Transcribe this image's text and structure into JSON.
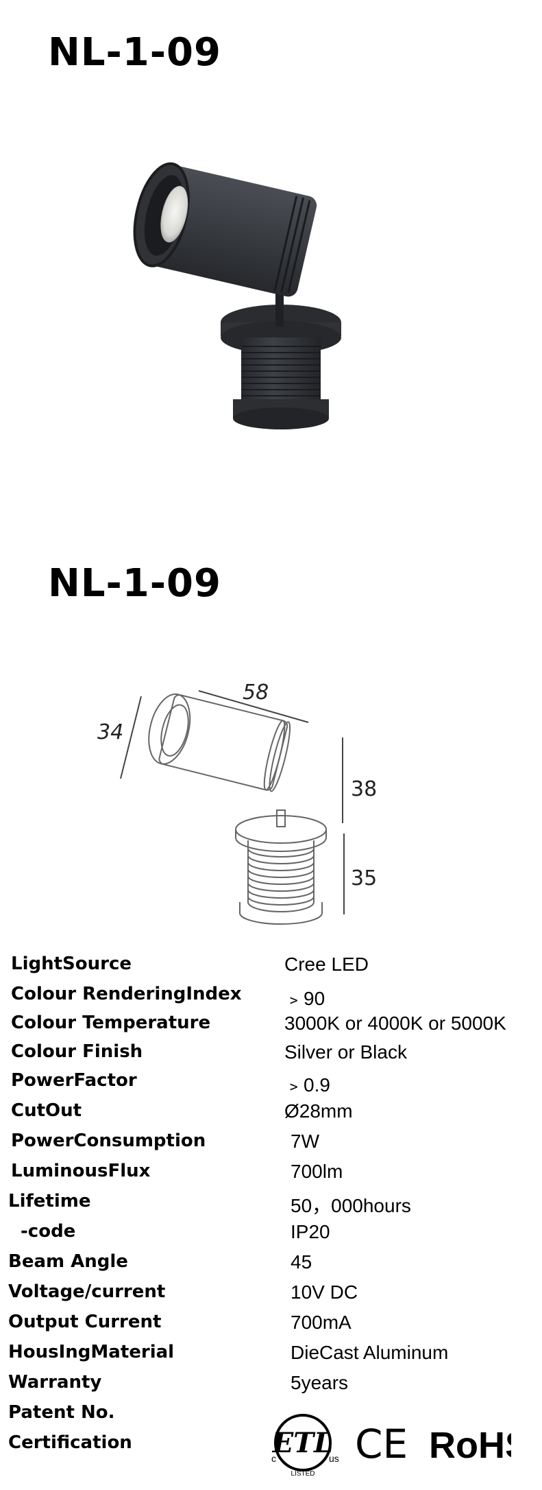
{
  "titles": {
    "top": "NL-1-09",
    "drawing": "NL-1-09"
  },
  "drawing": {
    "dim_width": "58",
    "dim_depth": "34",
    "dim_head_height": "38",
    "dim_base_height": "35"
  },
  "specs": [
    {
      "label": "LightSource",
      "value": "Cree LED"
    },
    {
      "label": "Colour RenderingIndex",
      "value": "﹥90"
    },
    {
      "label": "Colour Temperature",
      "value": "3000K or 4000K or 5000K"
    },
    {
      "label": "Colour Finish",
      "value": "Silver or Black"
    },
    {
      "label": "PowerFactor",
      "value": "﹥0.9"
    },
    {
      "label": "CutOut",
      "value": "Ø28mm"
    },
    {
      "label": "PowerConsumption",
      "value": "7W"
    },
    {
      "label": "LuminousFlux",
      "value": "700lm"
    },
    {
      "label": "Lifetime",
      "value": "50，000hours"
    },
    {
      "label": "  -code",
      "value": "IP20"
    },
    {
      "label": "Beam Angle",
      "value": "45"
    },
    {
      "label": "Voltage/current",
      "value": "10V DC"
    },
    {
      "label": "Output Current",
      "value": "700mA"
    },
    {
      "label": "HousIngMaterial",
      "value": "DieCast  Aluminum"
    },
    {
      "label": "Warranty",
      "value": "5years"
    },
    {
      "label": "Patent No.",
      "value": ""
    },
    {
      "label": "Certification",
      "value": ""
    }
  ],
  "certifications": {
    "etl": "ETL",
    "etl_left": "c",
    "etl_right": "us",
    "etl_bottom": "LISTED",
    "ce": "CE",
    "rohs": "RoHS"
  },
  "colors": {
    "housing": "#3a3d42",
    "housing_dark": "#25272b",
    "lens": "#e8e8e6",
    "line": "#555555"
  }
}
